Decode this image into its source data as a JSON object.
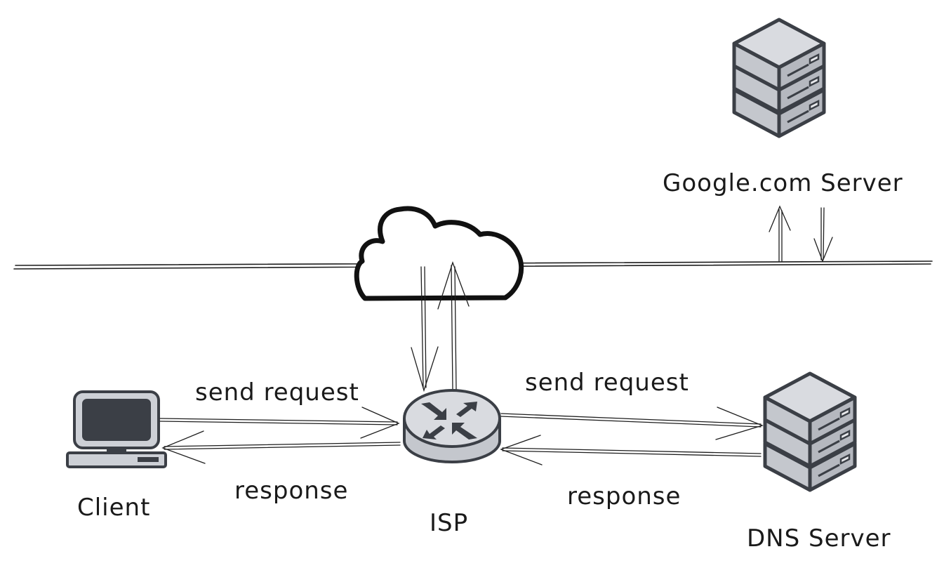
{
  "labels": {
    "google_server": "Google.com Server",
    "client": "Client",
    "isp": "ISP",
    "dns_server": "DNS Server",
    "send_request_left": "send request",
    "response_left": "response",
    "send_request_right": "send request",
    "response_right": "response"
  },
  "colors": {
    "stroke": "#1e1e1e",
    "device_fill": "#cdd0d6",
    "device_dark": "#3b3f46",
    "device_light": "#e3e5e9"
  },
  "icons": {
    "google_server": "server-stack-icon",
    "dns_server": "server-stack-icon",
    "client": "desktop-computer-icon",
    "isp": "router-icon",
    "internet": "cloud-icon"
  }
}
